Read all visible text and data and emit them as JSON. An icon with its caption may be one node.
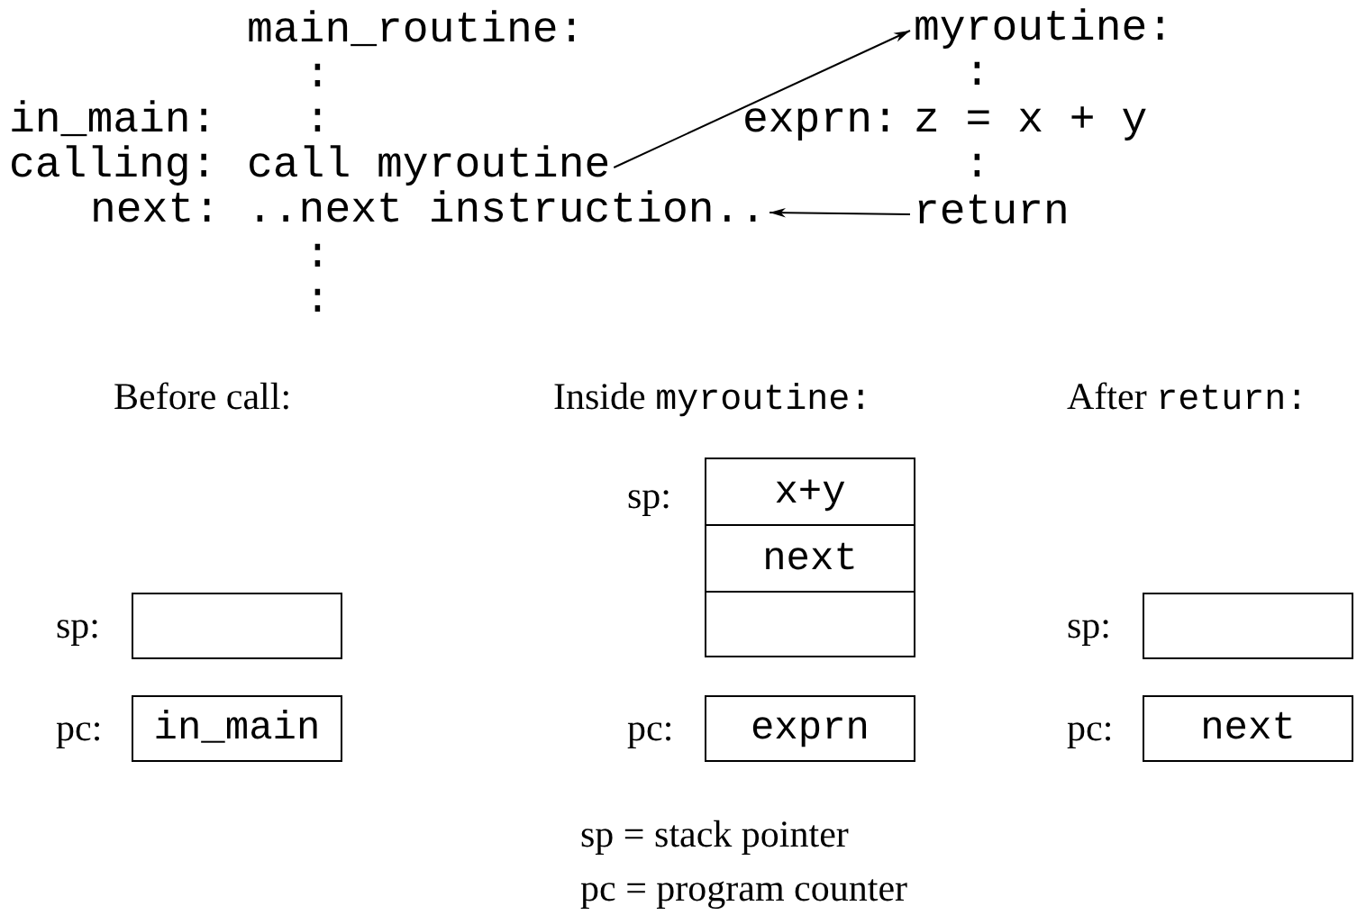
{
  "diagram": {
    "nodes": [
      {
        "text": [
          "myroutine:"
        ]
      },
      {
        "text": [
          "call myroutine"
        ]
      },
      {
        "text": [
          "..next instruction.."
        ]
      },
      {
        "text": [
          "return"
        ]
      },
      {
        "text": [
          "x+y"
        ]
      },
      {
        "text": [
          "next"
        ]
      },
      {
        "text": [],
        "shape": "box"
      },
      {
        "text": [],
        "shape": "box"
      },
      {
        "text": [],
        "shape": "box"
      },
      {
        "text": [
          "in_main"
        ]
      },
      {
        "text": [
          "exprn"
        ]
      },
      {
        "text": [
          "next"
        ]
      }
    ],
    "edges": [
      {
        "from": 1,
        "to": 0,
        "arrow": "to"
      },
      {
        "from": 3,
        "to": 2,
        "arrow": "to"
      }
    ],
    "labels": [
      "main_routine:",
      ":",
      ":",
      "in_main:",
      ":",
      "exprn:",
      "z = x + y",
      "calling:",
      ":",
      "next:",
      ":",
      ":",
      "Before call:",
      "Inside myroutine:",
      "After return:",
      "sp:",
      "sp:",
      "sp:",
      "pc:",
      "pc:",
      "pc:",
      "sp = stack pointer",
      "pc = program counter"
    ]
  }
}
